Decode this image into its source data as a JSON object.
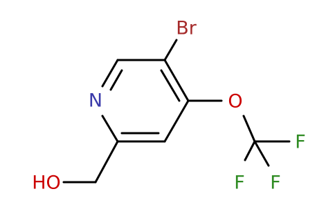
{
  "molecule": {
    "atoms": {
      "br": {
        "label": "Br",
        "color": "#a52a2a"
      },
      "n": {
        "label": "N",
        "color": "#3a3aaa"
      },
      "o": {
        "label": "O",
        "color": "#cc0000"
      },
      "oh": {
        "label": "HO",
        "color": "#cc0000"
      },
      "f1": {
        "label": "F",
        "color": "#2e8b22"
      },
      "f2": {
        "label": "F",
        "color": "#2e8b22"
      },
      "f3": {
        "label": "F",
        "color": "#2e8b22"
      }
    },
    "bond_color": "#000000"
  }
}
